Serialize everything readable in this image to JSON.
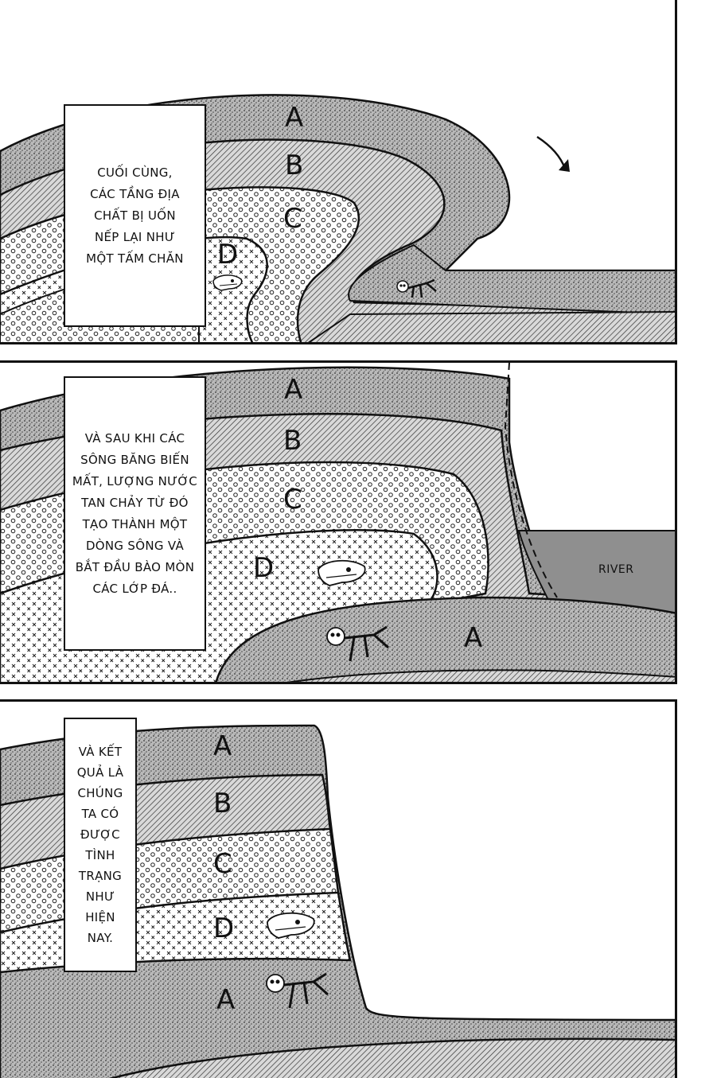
{
  "panels": [
    {
      "caption": "CUỐI CÙNG,\nCÁC TẦNG ĐỊA\nCHẤT BỊ UỐN\nNẾP LẠI NHƯ\nMỘT TẤM CHĂN",
      "labels": [
        "A",
        "B",
        "C",
        "D"
      ]
    },
    {
      "caption": "VÀ SAU KHI CÁC\nSÔNG BĂNG BIẾN\nMẤT, LƯỢNG NƯỚC\nTAN CHẢY TỪ ĐÓ\nTẠO THÀNH MỘT\nDÒNG SÔNG VÀ\nBẮT ĐẦU BÀO MÒN\nCÁC LỚP ĐÁ..",
      "labels": [
        "A",
        "B",
        "C",
        "D",
        "A"
      ],
      "river": "RIVER"
    },
    {
      "caption": "VÀ KẾT\nQUẢ LÀ\nCHÚNG\nTA CÓ\nĐƯỢC\nTÌNH\nTRẠNG\nNHƯ\nHIỆN\nNAY.",
      "labels": [
        "A",
        "B",
        "C",
        "D",
        "A"
      ]
    }
  ],
  "colors": {
    "ink": "#111111",
    "stipple": "#9a9a9a",
    "river": "#8f8f8f"
  }
}
